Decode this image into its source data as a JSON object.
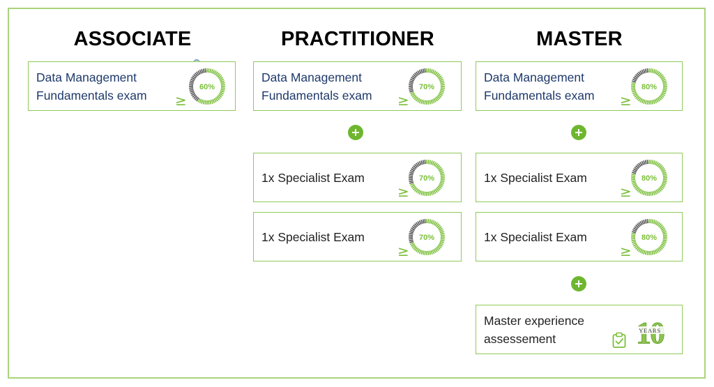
{
  "columns": [
    {
      "title": "ASSOCIATE",
      "cards": [
        {
          "text_lines": [
            "Data Management",
            "Fundamentals exam"
          ],
          "threshold_symbol": "≥",
          "percent_label": "60%",
          "percent": 60
        }
      ]
    },
    {
      "title": "PRACTITIONER",
      "cards": [
        {
          "text_lines": [
            "Data Management",
            "Fundamentals exam"
          ],
          "threshold_symbol": "≥",
          "percent_label": "70%",
          "percent": 70
        },
        {
          "text_lines": [
            "1x Specialist Exam"
          ],
          "threshold_symbol": "≥",
          "percent_label": "70%",
          "percent": 70
        },
        {
          "text_lines": [
            "1x Specialist Exam"
          ],
          "threshold_symbol": "≥",
          "percent_label": "70%",
          "percent": 70
        }
      ]
    },
    {
      "title": "MASTER",
      "cards": [
        {
          "text_lines": [
            "Data Management",
            "Fundamentals exam"
          ],
          "threshold_symbol": "≥",
          "percent_label": "80%",
          "percent": 80
        },
        {
          "text_lines": [
            "1x Specialist Exam"
          ],
          "threshold_symbol": "≥",
          "percent_label": "80%",
          "percent": 80
        },
        {
          "text_lines": [
            "1x Specialist Exam"
          ],
          "threshold_symbol": "≥",
          "percent_label": "80%",
          "percent": 80
        },
        {
          "text_lines": [
            "Master experience",
            "assessement"
          ],
          "badge_text": "10",
          "badge_subtext": "YEARS",
          "icon": "clipboard-check-icon"
        }
      ]
    }
  ],
  "colors": {
    "accent_green": "#7bbf3a",
    "plus_green": "#6fb62f",
    "frame_green": "#a9d47a",
    "heading_text": "#1f3a6b",
    "gauge_track": "#555555"
  }
}
